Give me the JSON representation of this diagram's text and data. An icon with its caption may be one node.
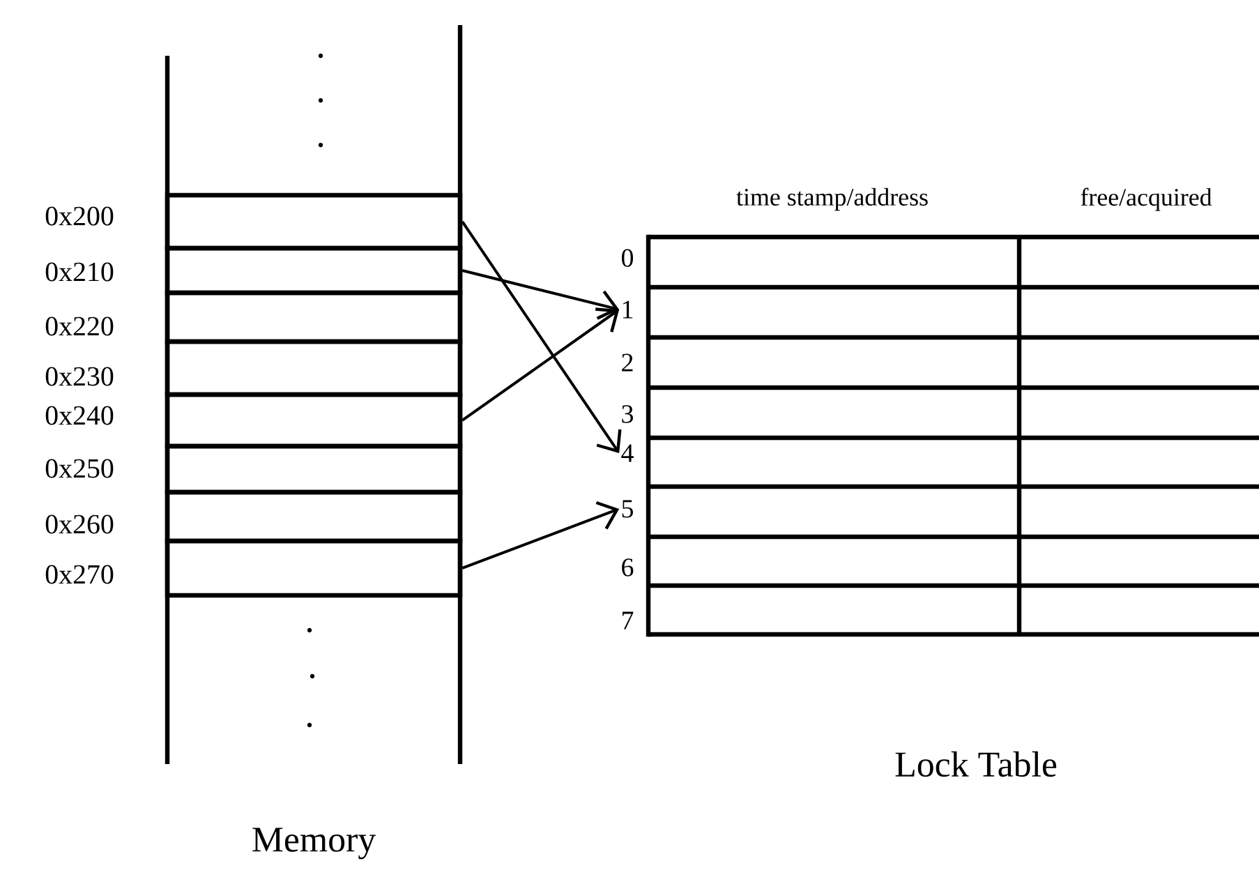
{
  "diagram": {
    "nodes": [
      {
        "text": [
          "Memory"
        ]
      },
      {
        "text": [],
        "shape": "box",
        "in": 0
      },
      {
        "text": [],
        "shape": "box",
        "in": 0
      },
      {
        "text": [],
        "shape": "box",
        "in": 0
      },
      {
        "text": [],
        "shape": "box",
        "in": 0
      },
      {
        "text": [],
        "shape": "box",
        "in": 0
      },
      {
        "text": [],
        "shape": "box",
        "in": 0
      },
      {
        "text": [],
        "shape": "box",
        "in": 0
      },
      {
        "text": [],
        "shape": "box",
        "in": 0
      },
      {
        "text": [
          "Lock Table"
        ]
      },
      {
        "text": [
          "0"
        ]
      },
      {
        "text": [
          "1"
        ]
      },
      {
        "text": [
          "2"
        ]
      },
      {
        "text": [
          "3"
        ]
      },
      {
        "text": [
          "4"
        ]
      },
      {
        "text": [
          "5"
        ]
      },
      {
        "text": [
          "6"
        ]
      },
      {
        "text": [
          "7"
        ]
      }
    ],
    "edges": [
      {
        "from": 1,
        "to": 14,
        "arrow": "to"
      },
      {
        "from": 2,
        "to": 11,
        "arrow": "to"
      },
      {
        "from": 5,
        "to": 11,
        "arrow": "to"
      },
      {
        "from": 8,
        "to": 15,
        "arrow": "to"
      }
    ],
    "labels": [
      "time stamp/address",
      "free/acquired",
      "0x200",
      "0x210",
      "0x220",
      "0x230",
      "0x240",
      "0x250",
      "0x260",
      "0x270"
    ]
  }
}
